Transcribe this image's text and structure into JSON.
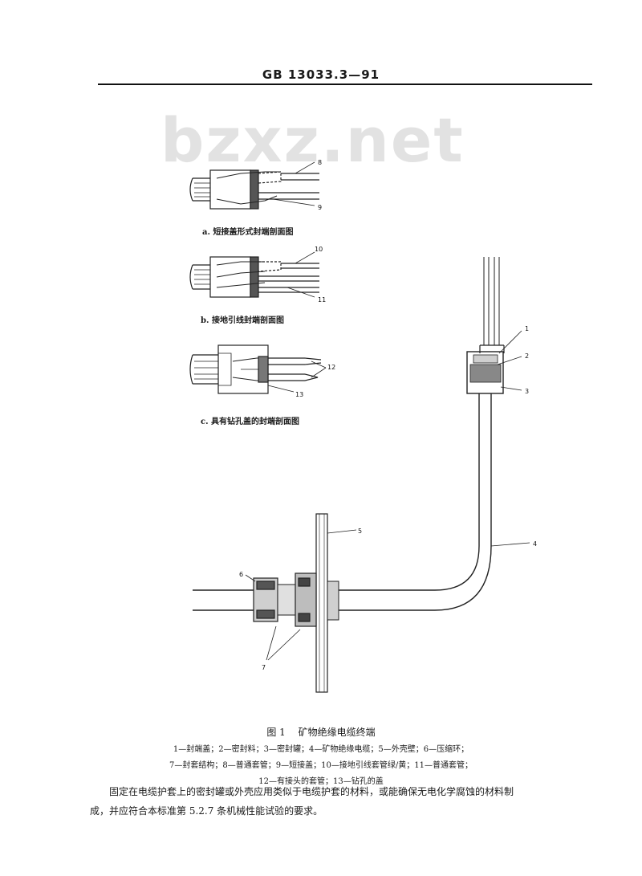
{
  "header": {
    "standard": "GB 13033.3—91"
  },
  "watermark": {
    "text": "bzxz.net"
  },
  "figure": {
    "subcaptions": {
      "a": "a. 短接盖形式封端剖面图",
      "b": "b. 接地引线封端剖面图",
      "c": "c. 具有钻孔盖的封端剖面图"
    },
    "callouts": {
      "n1": "1",
      "n2": "2",
      "n3": "3",
      "n4": "4",
      "n5": "5",
      "n6": "6",
      "n7": "7",
      "n8": "8",
      "n9": "9",
      "n10": "10",
      "n11": "11",
      "n12": "12",
      "n13": "13"
    },
    "caption": {
      "number": "图 1",
      "title": "矿物绝缘电缆终端"
    },
    "legend": [
      "1—封端盖；2—密封料；3—密封罐；4—矿物绝缘电缆；5—外壳壁；6—压缩环；",
      "7—封套结构；8—普通套管；9—短接盖；10—接地引线套管绿/黄；11—普通套管；",
      "12—有接头的套管；13—钻孔的盖"
    ]
  },
  "body": {
    "paragraph": [
      "固定在电缆护套上的密封罐或外壳应用类似于电缆护套的材料，或能确保无电化学腐蚀的材料制",
      "成，并应符合本标准第 5.2.7 条机械性能试验的要求。"
    ]
  }
}
